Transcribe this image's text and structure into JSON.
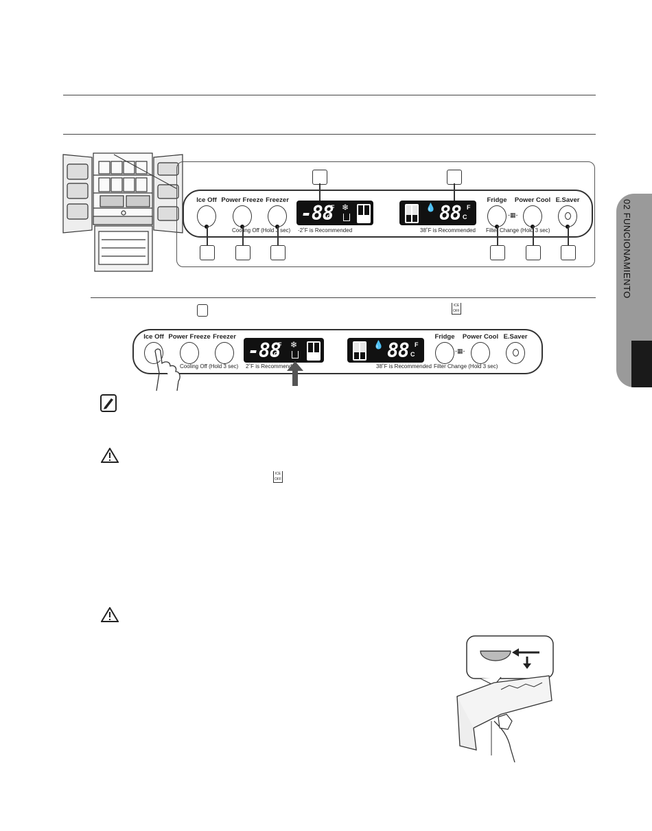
{
  "side_tab": {
    "label": "02 FUNCIONAMIENTO"
  },
  "top_panel": {
    "buttons": [
      {
        "label": "Ice Off"
      },
      {
        "label": "Power Freeze"
      },
      {
        "label": "Freezer"
      },
      {
        "label": "Fridge"
      },
      {
        "label": "Power Cool"
      },
      {
        "label": "E.Saver"
      }
    ],
    "sub_left": "Cooling Off (Hold 3 sec)",
    "sub_right": "Filter Change (Hold 3 sec)",
    "freezer_display": {
      "digits": "-88",
      "unit_f": "F",
      "unit_c": "C",
      "recommend": "-2˚F is Recommended"
    },
    "fridge_display": {
      "digits": "88",
      "unit_f": "F",
      "unit_c": "C",
      "recommend": "38˚F is Recommended"
    }
  },
  "bottom_panel": {
    "buttons": [
      {
        "label": "Ice Off"
      },
      {
        "label": "Power Freeze"
      },
      {
        "label": "Freezer"
      },
      {
        "label": "Fridge"
      },
      {
        "label": "Power Cool"
      },
      {
        "label": "E.Saver"
      }
    ],
    "sub_left": "Cooling Off (Hold 3 sec)",
    "sub_right": "Filter Change (Hold 3 sec)",
    "freezer_display": {
      "digits": "-88",
      "unit_f": "F",
      "unit_c": "C",
      "recommend": "2˚F is Recommendr..."
    },
    "fridge_display": {
      "digits": "88",
      "unit_f": "F",
      "unit_c": "C",
      "recommend": "38˚F is Recommended"
    }
  },
  "icons": {
    "ice_off_indicator": "ICE OFF",
    "note": "note-icon",
    "warning": "warning-icon"
  }
}
